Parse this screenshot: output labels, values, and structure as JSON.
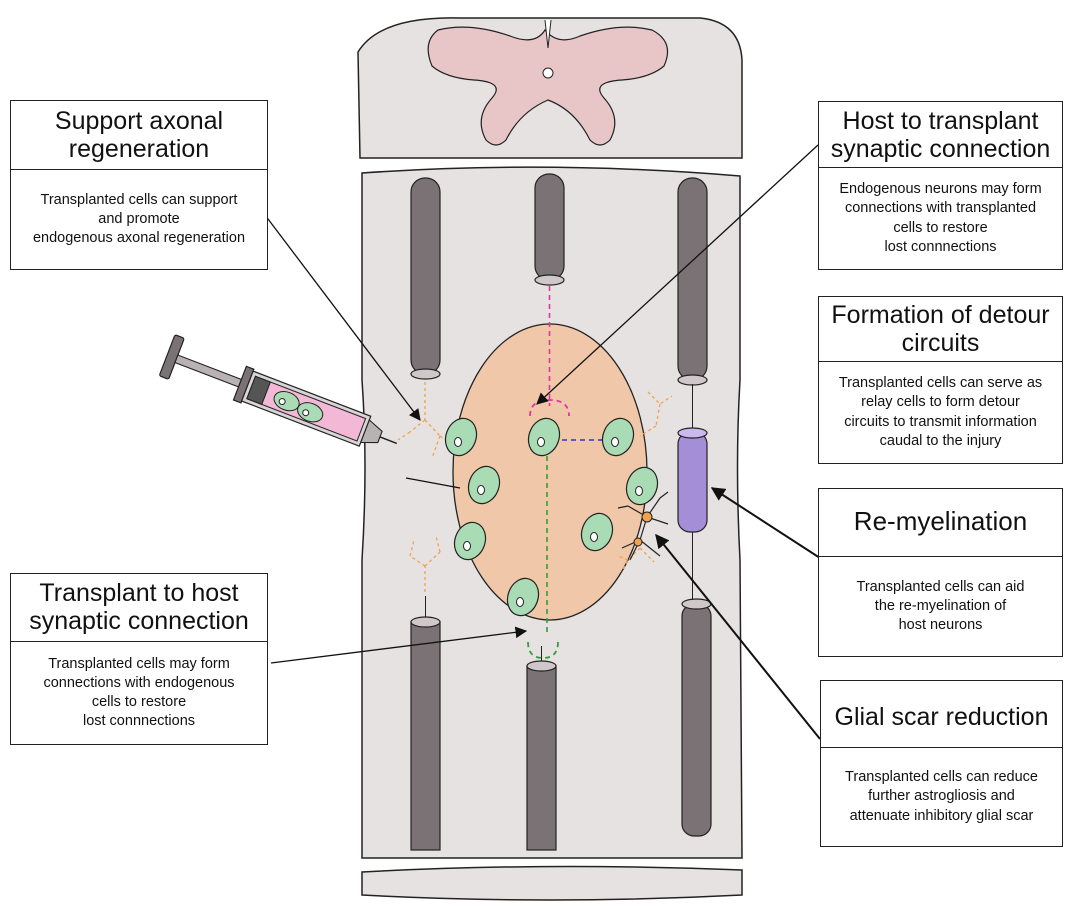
{
  "boxes": {
    "axonal": {
      "title": "Support axonal\nregeneration",
      "body": "Transplanted cells can support\nand promote\nendogenous axonal regeneration"
    },
    "host_to_transplant": {
      "title": "Host to transplant\nsynaptic connection",
      "body": "Endogenous neurons may form\nconnections with transplanted\ncells to restore\nlost connnections"
    },
    "detour": {
      "title": "Formation of detour\ncircuits",
      "body": "Transplanted cells can serve as\nrelay cells to form detour\ncircuits to transmit information\ncaudal to the injury"
    },
    "remyelination": {
      "title": "Re-myelination",
      "body": "Transplanted cells can aid\nthe re-myelination of\nhost neurons"
    },
    "transplant_to_host": {
      "title": "Transplant to host\nsynaptic connection",
      "body": "Transplanted cells may form\nconnections with endogenous\ncells to restore\nlost connnections"
    },
    "glial": {
      "title": "Glial scar reduction",
      "body": "Transplanted cells can reduce\nfurther astrogliosis and\nattenuate inhibitory glial scar"
    }
  },
  "colors": {
    "cord": "#e6e2e2",
    "grey_matter": "#e8c6c8",
    "axon": "#7b7275",
    "lesion": "#f0c7a8",
    "cell": "#a9dcb4",
    "myelin": "#a48ed8",
    "host_to_transplant_link": "#e0359f",
    "transplant_to_host_link": "#2f9e3c",
    "detour_link": "#3333cc",
    "astrocyte": "#f0a24e"
  }
}
